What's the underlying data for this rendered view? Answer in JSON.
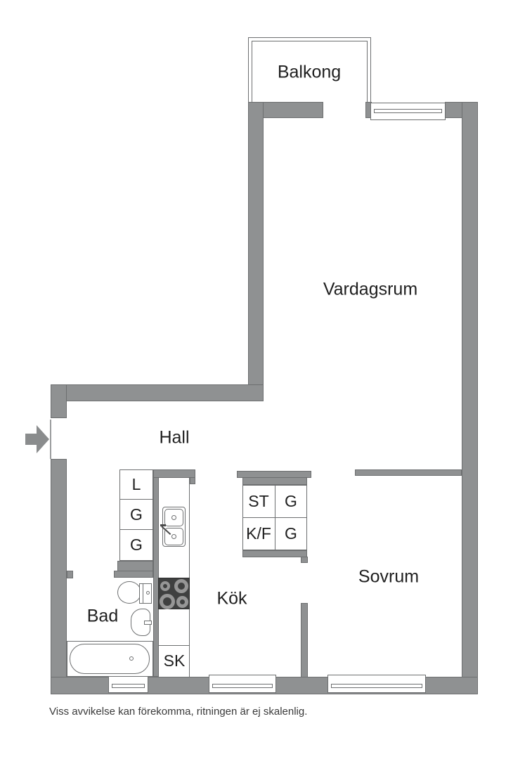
{
  "labels": {
    "balcony": "Balkong",
    "living_room": "Vardagsrum",
    "hall": "Hall",
    "bedroom": "Sovrum",
    "kitchen": "Kök",
    "bathroom": "Bad"
  },
  "storage": {
    "linen_cabinet": "L",
    "wardrobe_top": "G",
    "wardrobe_bottom": "G",
    "closet_st": "ST",
    "closet_g_upper": "G",
    "fridge_freezer": "K/F",
    "closet_g_lower": "G",
    "cleaning_cabinet": "SK"
  },
  "footer": {
    "disclaimer": "Viss avvikelse kan förekomma, ritningen är ej skalenlig."
  },
  "colors": {
    "wall": "#8f9192",
    "wall_outline": "#6d6f70",
    "stove": "#3f4040",
    "burner_ring": "#969696",
    "text": "#1f1f1f"
  }
}
